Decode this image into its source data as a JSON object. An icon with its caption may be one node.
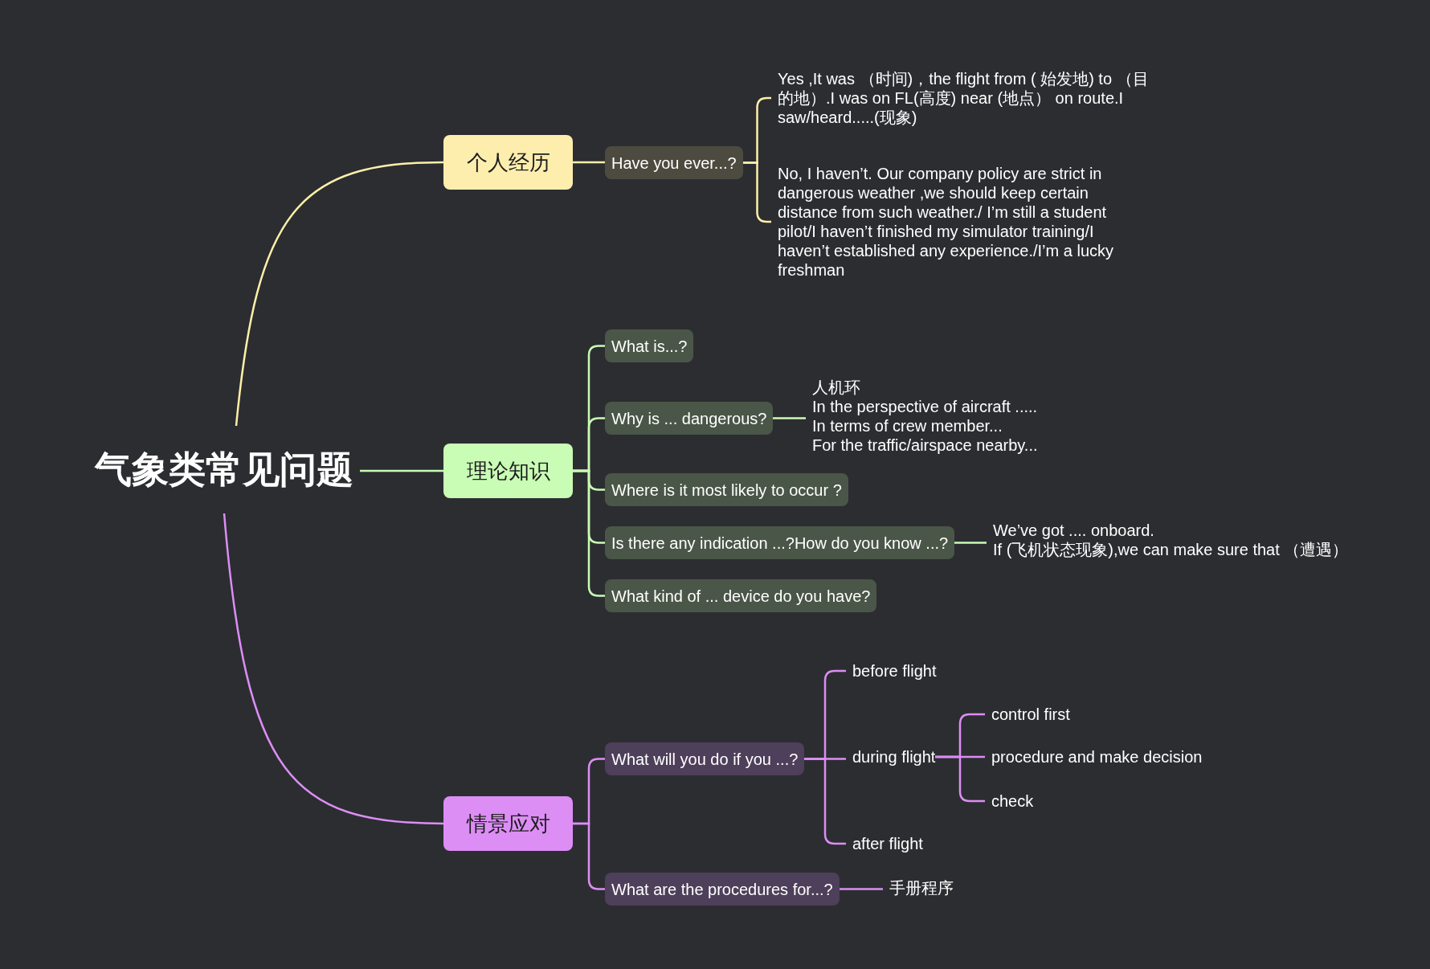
{
  "diagram": {
    "nodes": [
      {
        "text": [
          "气象类常见问题"
        ]
      },
      {
        "text": [
          "个人经历"
        ]
      },
      {
        "text": [
          "Have you ever...?"
        ]
      },
      {
        "text": [
          "Yes ,It was （时间)，the flight from ( 始发地) to （目的地）.I was on FL(高度) near (地点） on route.I saw/heard.....(现象)"
        ]
      },
      {
        "text": [
          "No, I haven’t. Our company policy are strict in dangerous weather ,we should keep certain distance from such weather./ I’m still a student pilot/I haven’t finished my simulator training/I haven’t established any experience./I’m a lucky freshman"
        ]
      },
      {
        "text": [
          "理论知识"
        ]
      },
      {
        "text": [
          "What is...?"
        ]
      },
      {
        "text": [
          "Why is ... dangerous?"
        ]
      },
      {
        "text": [
          "人机环",
          "In the perspective of aircraft .....",
          "In terms of crew member...",
          "For the traffic/airspace nearby..."
        ]
      },
      {
        "text": [
          "Where is it most likely to occur ?"
        ]
      },
      {
        "text": [
          "Is there any indication ...?How do you know ...?"
        ]
      },
      {
        "text": [
          "We’ve got .... onboard.",
          "If (飞机状态现象),we can make sure that （遭遇）"
        ]
      },
      {
        "text": [
          "What kind of ... device do you have?"
        ]
      },
      {
        "text": [
          "情景应对"
        ]
      },
      {
        "text": [
          "What will you do if you ...?"
        ]
      },
      {
        "text": [
          "before flight"
        ]
      },
      {
        "text": [
          "during flight"
        ]
      },
      {
        "text": [
          "control first"
        ]
      },
      {
        "text": [
          "procedure and make decision"
        ]
      },
      {
        "text": [
          "check"
        ]
      },
      {
        "text": [
          "after flight"
        ]
      },
      {
        "text": [
          "What are the procedures for...?"
        ]
      },
      {
        "text": [
          "手册程序"
        ]
      }
    ],
    "edges": [
      {
        "from": 0,
        "to": 1,
        "arrow": "none",
        "color": "#fdf0a8"
      },
      {
        "from": 1,
        "to": 2,
        "arrow": "none",
        "color": "#fdf0a8"
      },
      {
        "from": 2,
        "to": 3,
        "arrow": "none",
        "color": "#fdf0a8"
      },
      {
        "from": 2,
        "to": 4,
        "arrow": "none",
        "color": "#fdf0a8"
      },
      {
        "from": 0,
        "to": 5,
        "arrow": "none",
        "color": "#c9fcb5"
      },
      {
        "from": 5,
        "to": 6,
        "arrow": "none",
        "color": "#c9fcb5"
      },
      {
        "from": 5,
        "to": 7,
        "arrow": "none",
        "color": "#c9fcb5"
      },
      {
        "from": 7,
        "to": 8,
        "arrow": "none",
        "color": "#c9fcb5"
      },
      {
        "from": 5,
        "to": 9,
        "arrow": "none",
        "color": "#c9fcb5"
      },
      {
        "from": 5,
        "to": 10,
        "arrow": "none",
        "color": "#c9fcb5"
      },
      {
        "from": 10,
        "to": 11,
        "arrow": "none",
        "color": "#c9fcb5"
      },
      {
        "from": 5,
        "to": 12,
        "arrow": "none",
        "color": "#c9fcb5"
      },
      {
        "from": 0,
        "to": 13,
        "arrow": "none",
        "color": "#dc8ef5"
      },
      {
        "from": 13,
        "to": 14,
        "arrow": "none",
        "color": "#dc8ef5"
      },
      {
        "from": 14,
        "to": 15,
        "arrow": "none",
        "color": "#dc8ef5"
      },
      {
        "from": 14,
        "to": 16,
        "arrow": "none",
        "color": "#dc8ef5"
      },
      {
        "from": 16,
        "to": 17,
        "arrow": "none",
        "color": "#dc8ef5"
      },
      {
        "from": 16,
        "to": 18,
        "arrow": "none",
        "color": "#dc8ef5"
      },
      {
        "from": 16,
        "to": 19,
        "arrow": "none",
        "color": "#dc8ef5"
      },
      {
        "from": 14,
        "to": 20,
        "arrow": "none",
        "color": "#dc8ef5"
      },
      {
        "from": 13,
        "to": 21,
        "arrow": "none",
        "color": "#dc8ef5"
      },
      {
        "from": 21,
        "to": 22,
        "arrow": "none",
        "color": "#dc8ef5"
      }
    ]
  }
}
